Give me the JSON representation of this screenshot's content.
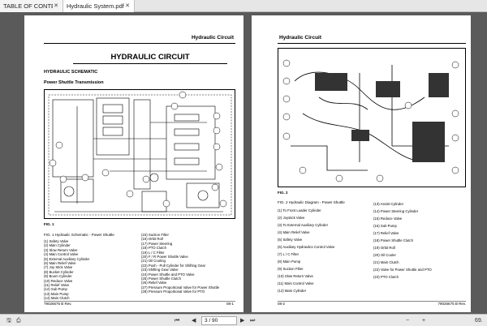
{
  "tabs": [
    {
      "label": "TABLE OF CONTENT....",
      "close": "✕"
    },
    {
      "label": "Hydraulic System.pdf",
      "close": "✕"
    }
  ],
  "left_page": {
    "header": "Hydraulic Circuit",
    "title": "HYDRAULIC CIRCUIT",
    "section": "HYDRAULIC SCHEMATIC",
    "subsection": "Power Shuttle Transmission",
    "fig_label": "FIG. 1",
    "legend_title": "FIG. 1 Hydraulic Schematic - Power Shuttle",
    "legend_col1": [
      "(1) Safety Valve",
      "(2) Main Cylinder",
      "(3) Slow Return Valve",
      "(4) Main Control Valve",
      "(5) External Auxiliary Cylinder",
      "(6) Main Relief Valve",
      "(7) Joy Stick Valve",
      "(8) Bucket Cylinder",
      "(9) Boom Cylinder",
      "(10) Reduce Valve",
      "(11) Relief Valve",
      "(12) Sub Pump",
      "(13) Main Pump",
      "(14) Main Clutch"
    ],
    "legend_col2": [
      "(15) Suction Filter",
      "(16) Orbit Roll",
      "(17) Power Steering",
      "(18) PTO Clutch",
      "(19) L / C Filter",
      "(20) F / R Power Shuttle Valve",
      "(21) Oil Cooling",
      "(22) Push - Pull Cylinder for Shifting Gear",
      "(23) Shifting Gear Valve",
      "(24) Power Shuttle and PTO Valve",
      "(25) Power Shuttle Clutch",
      "(26) Relief Valve",
      "(27) Pressure Proportional Valve for Power Shuttle",
      "(28) Pressure Proportional Valve for PTO"
    ],
    "footer_left": "79026675 B Rev.",
    "footer_right": "08-1"
  },
  "right_page": {
    "header": "Hydraulic Circuit",
    "fig_label": "FIG. 2",
    "legend_title": "FIG. 2 Hydraulic Diagram - Power Shuttle",
    "legend_col1": [
      "(1) To Front Loader Cylinder",
      "(2) Joystick Valve",
      "(3) To External Auxiliary Cylinder",
      "(4) Main Relief Valve",
      "(5) Safety Valve",
      "(6) Auxiliary Hydraulics Control Valve",
      "(7) L / C Filter",
      "(8) Main Pump",
      "(9) Suction Filter",
      "(10) Slow Return Valve",
      "(11) Main Control Valve",
      "(12) Main Cylinder"
    ],
    "legend_col2": [
      "(13) Assist Cylinder",
      "(14) Power Steering Cylinder",
      "(15) Reduce Valve",
      "(16) Sub Pump",
      "(17) Relief Valve",
      "(18) Power Shuttle Clutch",
      "(19) Orbit Roll",
      "(20) Oil Cooler",
      "(21) Main Clutch",
      "(22) Valve for Power Shuttle and PTO",
      "(23) PTO Clutch"
    ],
    "footer_left": "08-2",
    "footer_right": "79026675 B Rev."
  },
  "toolbar": {
    "current_page": "3",
    "total_pages": "/ 90",
    "zoom": "69."
  },
  "callouts_left": [
    "1",
    "2",
    "3",
    "4",
    "5",
    "6",
    "7",
    "8",
    "9",
    "10",
    "11",
    "12",
    "13",
    "14",
    "15",
    "16",
    "17",
    "18",
    "19",
    "20",
    "21",
    "22",
    "23",
    "24",
    "25",
    "26",
    "27",
    "28"
  ]
}
